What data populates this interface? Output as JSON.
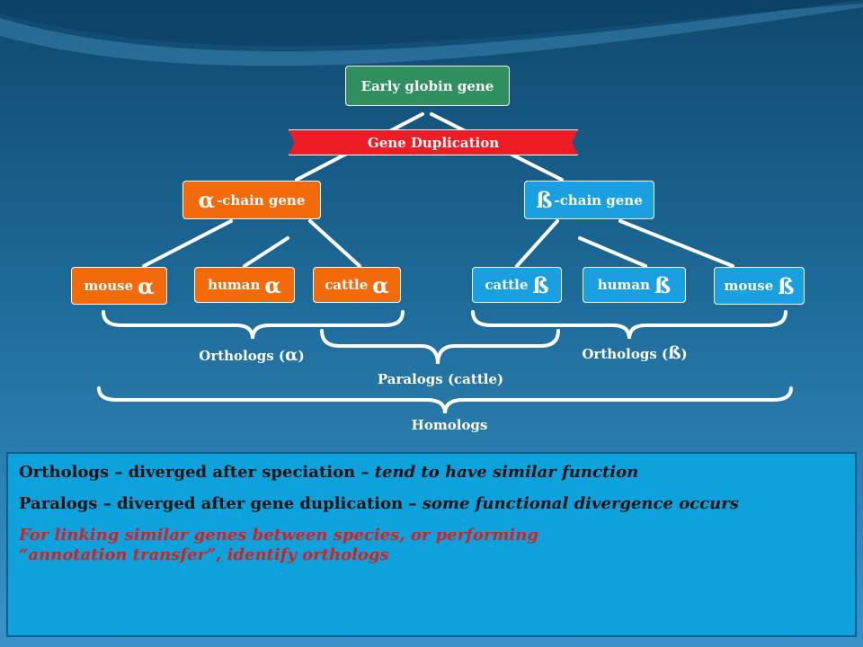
{
  "tree": {
    "root": "Early globin gene",
    "duplication": "Gene Duplication",
    "alpha_gene": {
      "symbol": "α",
      "label": "-chain gene"
    },
    "beta_gene": {
      "symbol": "ß",
      "label": "-chain gene"
    },
    "alpha_leaves": [
      {
        "name": "mouse",
        "symbol": "α"
      },
      {
        "name": "human",
        "symbol": "α"
      },
      {
        "name": "cattle",
        "symbol": "α"
      }
    ],
    "beta_leaves": [
      {
        "name": "cattle",
        "symbol": "ß"
      },
      {
        "name": "human",
        "symbol": "ß"
      },
      {
        "name": "mouse",
        "symbol": "ß"
      }
    ]
  },
  "groups": {
    "orthologs_alpha": {
      "prefix": "Orthologs (",
      "symbol": "α",
      "suffix": ")"
    },
    "orthologs_beta": {
      "prefix": "Orthologs (",
      "symbol": "ß",
      "suffix": ")"
    },
    "paralogs": "Paralogs (cattle)",
    "homologs": "Homologs"
  },
  "info": {
    "line1": {
      "prefix": "Orthologs – diverged after speciation – ",
      "italic": "tend to have similar function"
    },
    "line2": {
      "prefix": "Paralogs – diverged after gene duplication – ",
      "italic": "some functional divergence occurs"
    },
    "line3a": "For linking similar genes between species, or performing",
    "line3b": "“annotation transfer”, identify orthologs"
  },
  "colors": {
    "root": "#2f8f5e",
    "duplication": "#ee1c24",
    "alpha": "#f26a0a",
    "beta": "#1aa0e0",
    "info_bg": "#0ea2dd",
    "emphasis": "#d42020"
  }
}
